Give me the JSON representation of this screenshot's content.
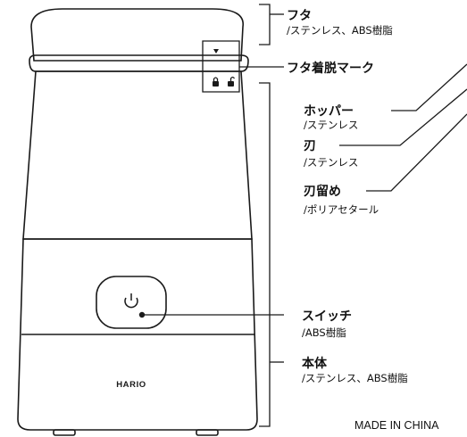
{
  "labels": {
    "lid": {
      "name": "フタ",
      "material": "/ステンレス、ABS樹脂"
    },
    "lid_mark": {
      "name": "フタ着脱マーク"
    },
    "hopper": {
      "name": "ホッパー",
      "material": "/ステンレス"
    },
    "blade": {
      "name": "刃",
      "material": "/ステンレス"
    },
    "blade_holder": {
      "name": "刃留め",
      "material": "/ポリアセタール"
    },
    "switch": {
      "name": "スイッチ",
      "material": "/ABS樹脂"
    },
    "body": {
      "name": "本体",
      "material": "/ステンレス、ABS樹脂"
    }
  },
  "brand": "HARIO",
  "origin": "MADE IN CHINA",
  "icons": [
    "triangle-mark-icon",
    "lock-icon",
    "unlock-icon",
    "power-icon"
  ]
}
